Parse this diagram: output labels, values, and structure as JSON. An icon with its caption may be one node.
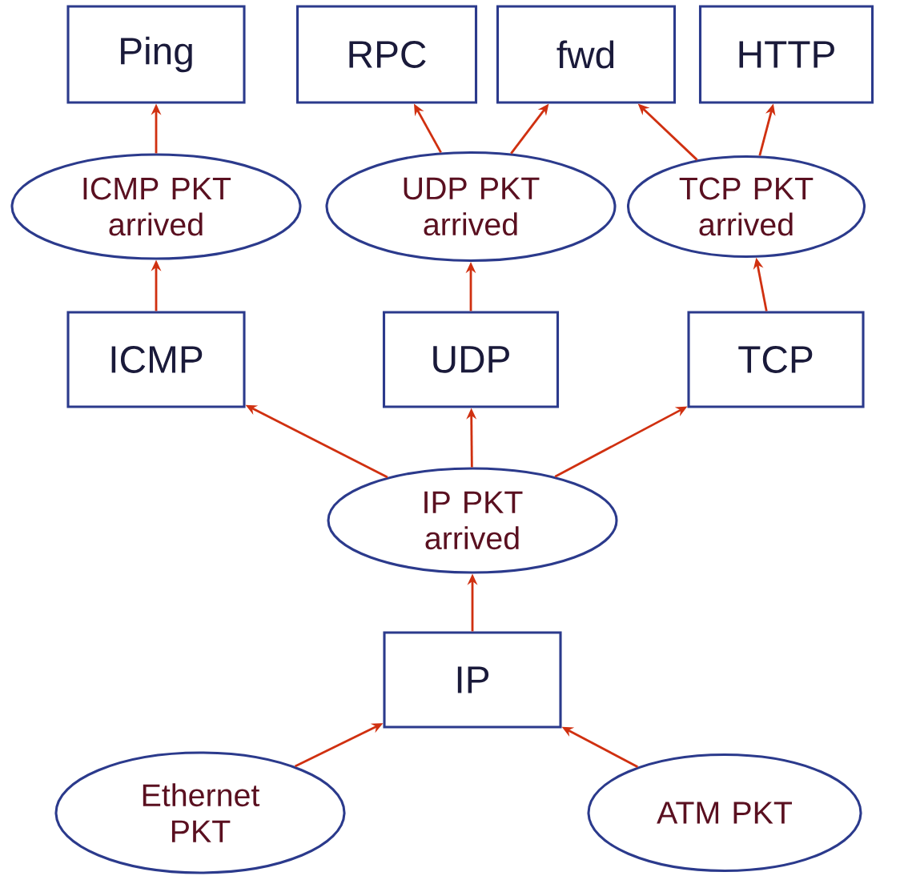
{
  "diagram": {
    "nodes": [
      {
        "text": [
          "Ping"
        ]
      },
      {
        "text": [
          "RPC"
        ]
      },
      {
        "text": [
          "fwd"
        ]
      },
      {
        "text": [
          "HTTP"
        ]
      },
      {
        "text": [
          "ICMP PKT arrived"
        ]
      },
      {
        "text": [
          "UDP PKT arrived"
        ]
      },
      {
        "text": [
          "TCP PKT arrived"
        ]
      },
      {
        "text": [
          "ICMP"
        ]
      },
      {
        "text": [
          "UDP"
        ]
      },
      {
        "text": [
          "TCP"
        ]
      },
      {
        "text": [
          "IP PKT arrived"
        ]
      },
      {
        "text": [
          "IP"
        ]
      },
      {
        "text": [
          "Ethernet PKT"
        ]
      },
      {
        "text": [
          "ATM PKT"
        ]
      }
    ],
    "edges": [
      {
        "from": 4,
        "to": 0,
        "arrow": "to"
      },
      {
        "from": 5,
        "to": 1,
        "arrow": "to"
      },
      {
        "from": 5,
        "to": 2,
        "arrow": "to"
      },
      {
        "from": 6,
        "to": 2,
        "arrow": "to"
      },
      {
        "from": 6,
        "to": 3,
        "arrow": "to"
      },
      {
        "from": 7,
        "to": 4,
        "arrow": "to"
      },
      {
        "from": 8,
        "to": 5,
        "arrow": "to"
      },
      {
        "from": 9,
        "to": 6,
        "arrow": "to"
      },
      {
        "from": 10,
        "to": 7,
        "arrow": "to"
      },
      {
        "from": 10,
        "to": 8,
        "arrow": "to"
      },
      {
        "from": 10,
        "to": 9,
        "arrow": "to"
      },
      {
        "from": 11,
        "to": 10,
        "arrow": "to"
      },
      {
        "from": 12,
        "to": 11,
        "arrow": "to"
      },
      {
        "from": 13,
        "to": 11,
        "arrow": "to"
      }
    ]
  }
}
